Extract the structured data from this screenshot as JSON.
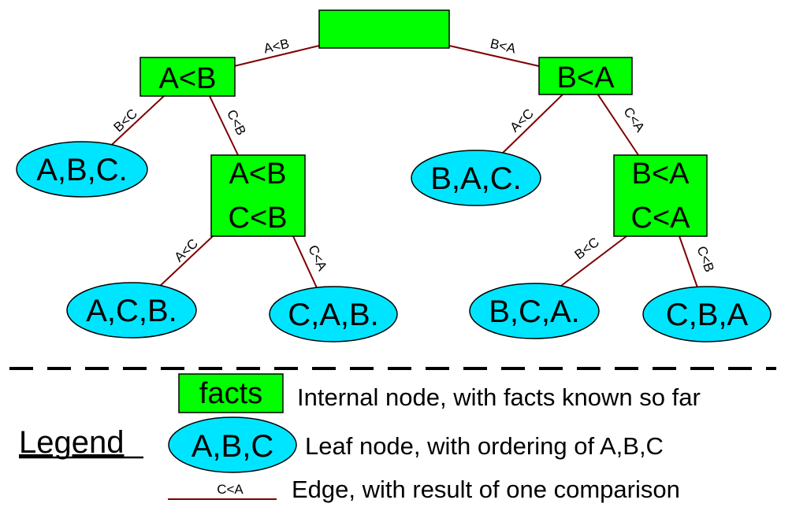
{
  "colors": {
    "internal_fill": "#00ff00",
    "leaf_fill": "#00e5ff",
    "edge": "#7f0000",
    "outline": "#000000"
  },
  "tree": {
    "root": {
      "lines": [
        ""
      ]
    },
    "internal": {
      "left": {
        "lines": [
          "A<B"
        ]
      },
      "right": {
        "lines": [
          "B<A"
        ]
      },
      "left_right": {
        "lines": [
          "A<B",
          "C<B"
        ]
      },
      "right_right": {
        "lines": [
          "B<A",
          "C<A"
        ]
      }
    },
    "leaves": {
      "abc": "A,B,C.",
      "bac": "B,A,C.",
      "acb": "A,C,B.",
      "cab": "C,A,B.",
      "bca": "B,C,A.",
      "cba": "C,B,A"
    },
    "edges": {
      "root_left": "A<B",
      "root_right": "B<A",
      "left_abc": "B<C",
      "left_lr": "C<B",
      "right_bac": "A<C",
      "right_rr": "C<A",
      "lr_acb": "A<C",
      "lr_cab": "C<A",
      "rr_bca": "B<C",
      "rr_cba": "C<B"
    }
  },
  "legend": {
    "title": "Legend",
    "internal_sample": "facts",
    "internal_desc": "Internal node, with facts known so far",
    "leaf_sample": "A,B,C",
    "leaf_desc": "Leaf node, with ordering of A,B,C",
    "edge_sample": "C<A",
    "edge_desc": "Edge, with result of one comparison"
  }
}
